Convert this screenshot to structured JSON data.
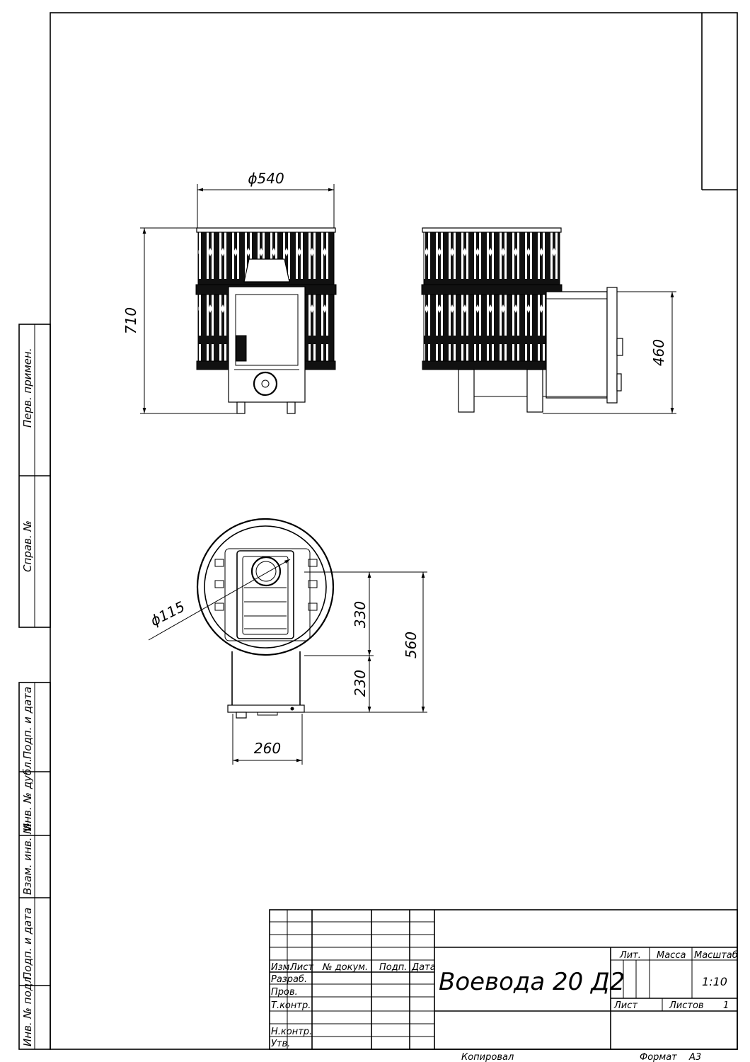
{
  "views": {
    "front": {
      "dim_diameter": "ϕ540",
      "dim_height": "710"
    },
    "side": {
      "dim_height": "460"
    },
    "top": {
      "dim_flue": "ϕ115",
      "dim_330": "330",
      "dim_230": "230",
      "dim_560": "560",
      "dim_260": "260"
    }
  },
  "left_strip": {
    "perv_primen": "Перв. примен.",
    "sprav_no": "Справ. №",
    "podp_data_top": "Подп. и дата",
    "inv_dubl": "Инв. № дубл.",
    "vzam_inv": "Взам. инв. №",
    "podp_data_bottom": "Подп. и дата",
    "inv_podl": "Инв. № подл."
  },
  "title_block": {
    "col_izm": "Изм.",
    "col_list": "Лист",
    "col_doc": "№ докум.",
    "col_podp": "Подп.",
    "col_data": "Дата",
    "razrab": "Разраб.",
    "prov": "Пров.",
    "tkontr": "Т.контр.",
    "nkontr": "Н.контр.",
    "utv": "Утв.",
    "product_name": "Воевода 20 Д2",
    "lit": "Лит.",
    "massa": "Масса",
    "masshtab": "Масштаб",
    "scale_value": "1:10",
    "sheet_label": "Лист",
    "sheets_label": "Листов",
    "sheets_value": "1"
  },
  "footer": {
    "kopiroval": "Копировал",
    "format_label": "Формат",
    "format_value": "А3"
  }
}
